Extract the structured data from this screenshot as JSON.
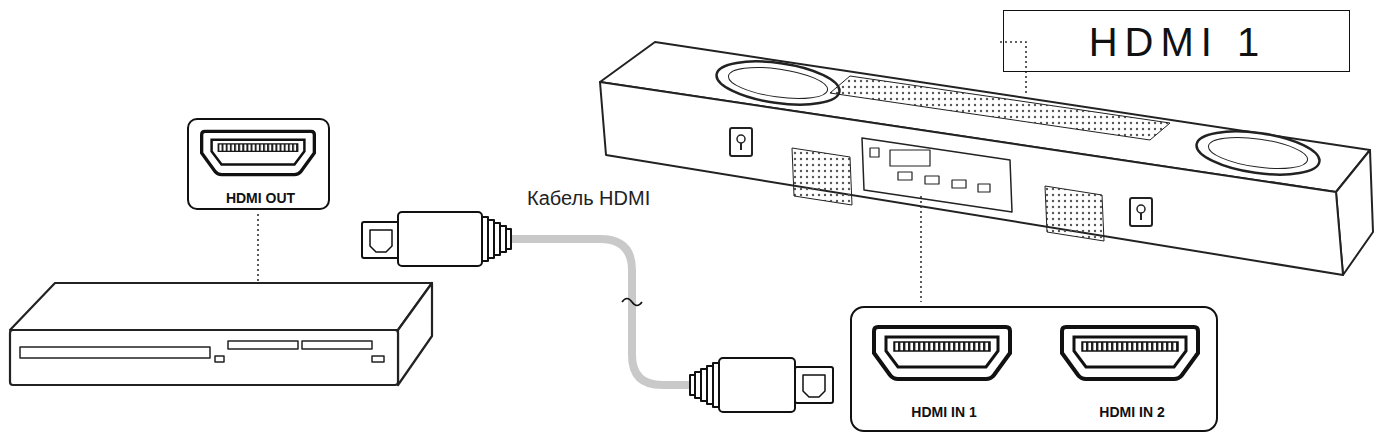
{
  "diagram": {
    "nodes": [
      {
        "text": [
          "HDMI OUT"
        ]
      },
      {
        "text": [
          "HDMI 1"
        ]
      },
      {
        "text": [
          "HDMI IN 1",
          "HDMI IN 2"
        ]
      }
    ],
    "labels": [
      "Кабель HDMI"
    ]
  }
}
